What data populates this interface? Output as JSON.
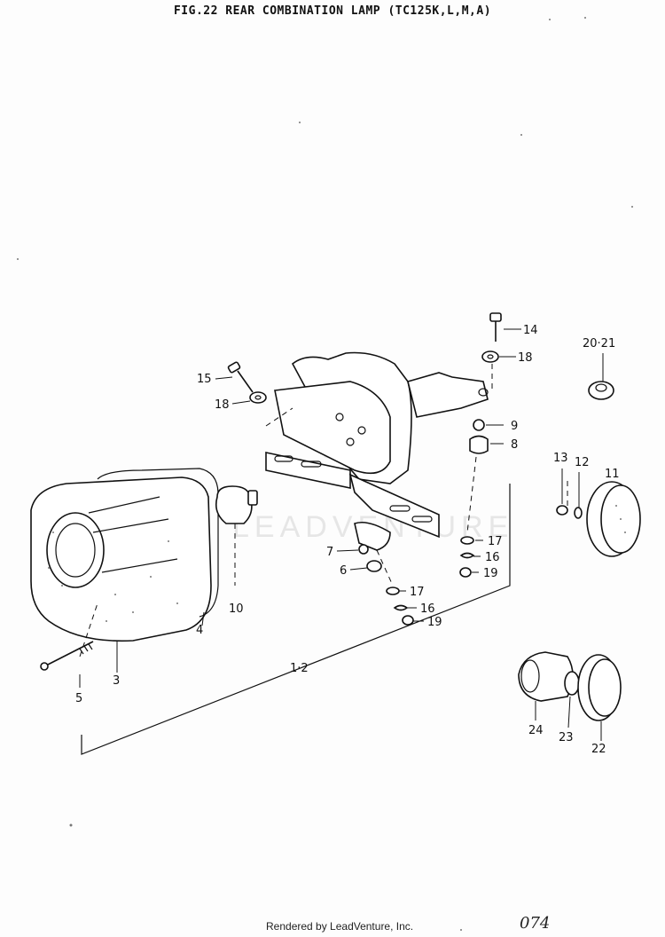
{
  "title": "FIG.22  REAR COMBINATION LAMP (TC125K,L,M,A)",
  "watermark": "LEADVENTURE",
  "footer": "Rendered by LeadVenture, Inc.",
  "page_number": "074",
  "callouts": {
    "c14": "14",
    "c18a": "18",
    "c2021": "20·21",
    "c15": "15",
    "c18b": "18",
    "c9": "9",
    "c8": "8",
    "c13": "13",
    "c12": "12",
    "c11": "11",
    "c17a": "17",
    "c16a": "16",
    "c19a": "19",
    "c7": "7",
    "c6": "6",
    "c17b": "17",
    "c16b": "16",
    "c19b": "19",
    "c10": "10",
    "c4": "4",
    "c3": "3",
    "c5": "5",
    "c12assy": "1·2",
    "c24": "24",
    "c23": "23",
    "c22": "22"
  }
}
